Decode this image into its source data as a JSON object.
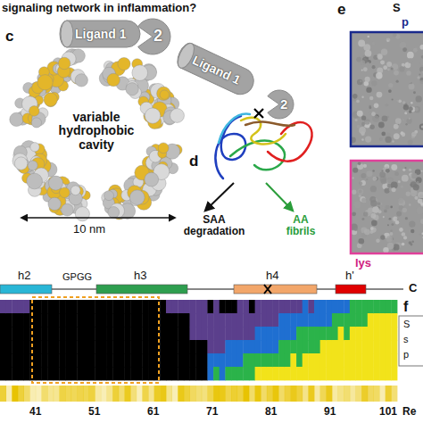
{
  "diagram": {
    "nodes": [
      {
        "text": [
          "Ligand 1"
        ]
      },
      {
        "text": [
          "2"
        ]
      },
      {
        "text": [
          "Ligand 1"
        ]
      },
      {
        "text": [
          "2"
        ]
      }
    ],
    "labels": [
      "signaling network in inflammation?",
      "c",
      "variable hydrophobic cavity",
      "10 nm",
      "d",
      "SAA degradation",
      "AA fibrils",
      "e",
      "S",
      "p",
      "lys",
      "h2",
      "GPGG",
      "h3",
      "h4",
      "h'",
      "C",
      "f",
      "S",
      "s",
      "p",
      "41",
      "51",
      "61",
      "71",
      "81",
      "91",
      "101",
      "Re"
    ]
  }
}
